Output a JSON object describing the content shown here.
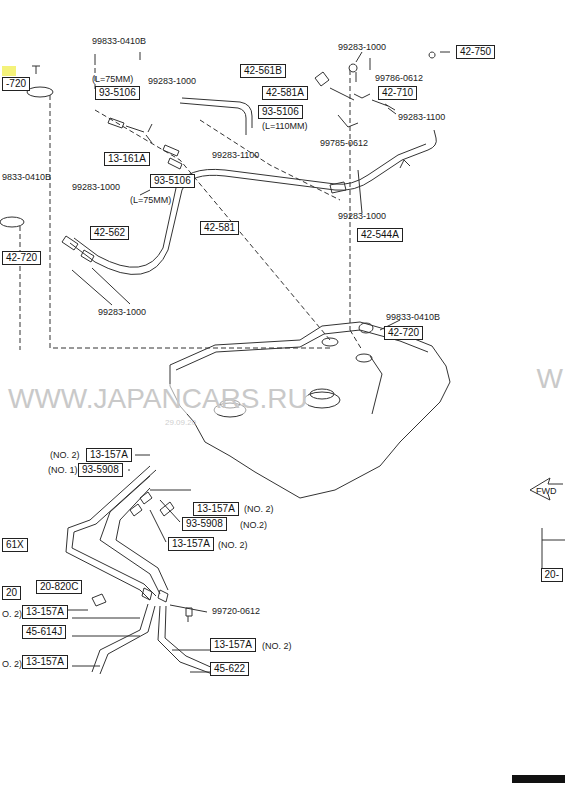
{
  "diagram": {
    "nodes": [
      {
        "text": [
          "-720"
        ]
      },
      {
        "text": [
          "42-561B"
        ]
      },
      {
        "text": [
          "42-750"
        ]
      },
      {
        "text": [
          "93-5106"
        ]
      },
      {
        "text": [
          "42-581A"
        ]
      },
      {
        "text": [
          "93-5106"
        ]
      },
      {
        "text": [
          "42-710"
        ]
      },
      {
        "text": [
          "13-161A"
        ]
      },
      {
        "text": [
          "93-5106"
        ]
      },
      {
        "text": [
          "42-581"
        ]
      },
      {
        "text": [
          "42-562"
        ]
      },
      {
        "text": [
          "42-720"
        ]
      },
      {
        "text": [
          "42-544A"
        ]
      },
      {
        "text": [
          "42-720"
        ]
      },
      {
        "text": [
          "13-157A"
        ]
      },
      {
        "text": [
          "93-5908"
        ]
      },
      {
        "text": [
          "13-157A"
        ]
      },
      {
        "text": [
          "93-5908"
        ]
      },
      {
        "text": [
          "13-157A"
        ]
      },
      {
        "text": [
          "61X"
        ]
      },
      {
        "text": [
          "20"
        ]
      },
      {
        "text": [
          "20-820C"
        ]
      },
      {
        "text": [
          "13-157A"
        ]
      },
      {
        "text": [
          "45-614J"
        ]
      },
      {
        "text": [
          "13-157A"
        ]
      },
      {
        "text": [
          "13-157A"
        ]
      },
      {
        "text": [
          "45-622"
        ]
      },
      {
        "text": [
          "20-"
        ]
      }
    ],
    "labels": [
      "99833-0410B",
      "(L=75MM)",
      "99283-1000",
      "99283-1000",
      "99786-0612",
      "(L=110MM)",
      "99283-1100",
      "99785-0612",
      "99283-1100",
      "9833-0410B",
      "99283-1000",
      "(L=75MM)",
      "99283-1000",
      "99283-1000",
      "99833-0410B",
      "WWW.JAPANCARS.RU",
      "W",
      "29.09.20",
      "(NO. 2)",
      "(NO. 1)",
      "(NO. 2)",
      "(NO.2)",
      "(NO. 2)",
      "99720-0612",
      "O. 2)",
      "(NO. 2)",
      "O. 2)",
      "FWD"
    ]
  }
}
